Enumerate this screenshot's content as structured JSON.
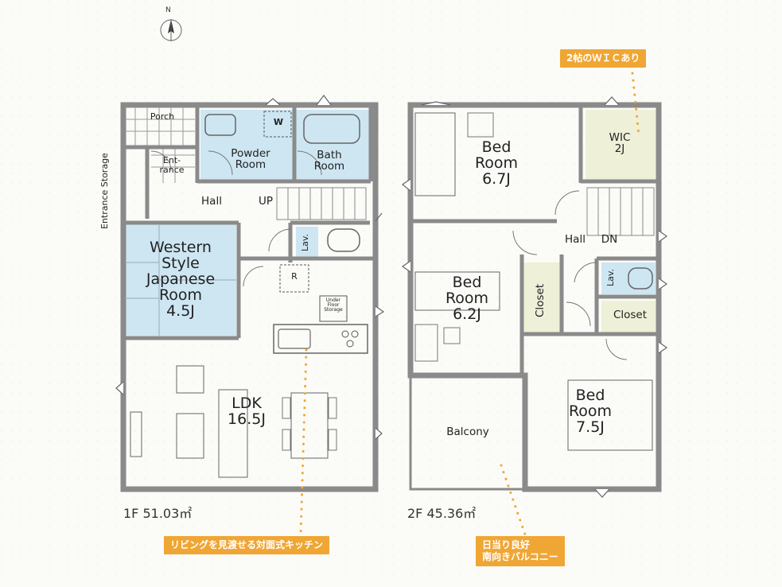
{
  "compass": {
    "label": "N",
    "icon": "north-arrow-icon"
  },
  "floor1": {
    "area_label": "1F 51.03㎡",
    "rooms": {
      "porch": "Porch",
      "entrance": "Ent-\nrance",
      "entrance_storage": "Entrance Storage",
      "powder_room": "Powder\nRoom",
      "washer": "W",
      "bath_room": "Bath\nRoom",
      "hall": "Hall",
      "up": "UP",
      "lav": "Lav.",
      "western_japanese": "Western\nStyle\nJapanese\nRoom\n4.5J",
      "refrigerator": "R",
      "underfloor_storage": "Under\nFloor\nStorage",
      "ldk": "LDK\n16.5J"
    }
  },
  "floor2": {
    "area_label": "2F 45.36㎡",
    "rooms": {
      "bed1": "Bed\nRoom\n6.7J",
      "wic": "WIC\n2J",
      "hall": "Hall",
      "dn": "DN",
      "bed2": "Bed\nRoom\n6.2J",
      "closet1": "Closet",
      "lav": "Lav.",
      "closet2": "Closet",
      "balcony": "Balcony",
      "bed3": "Bed\nRoom\n7.5J"
    }
  },
  "callouts": {
    "wic": "2帖のＷＩＣあり",
    "kitchen": "リビングを見渡せる対面式キッチン",
    "balcony": "日当り良好\n南向きバルコニー"
  },
  "colors": {
    "wall": "#7c7c7c",
    "wet_area": "#cde6f2",
    "tatami": "#cde6f2",
    "storage": "#eef0d8",
    "callout": "#f0a634"
  }
}
